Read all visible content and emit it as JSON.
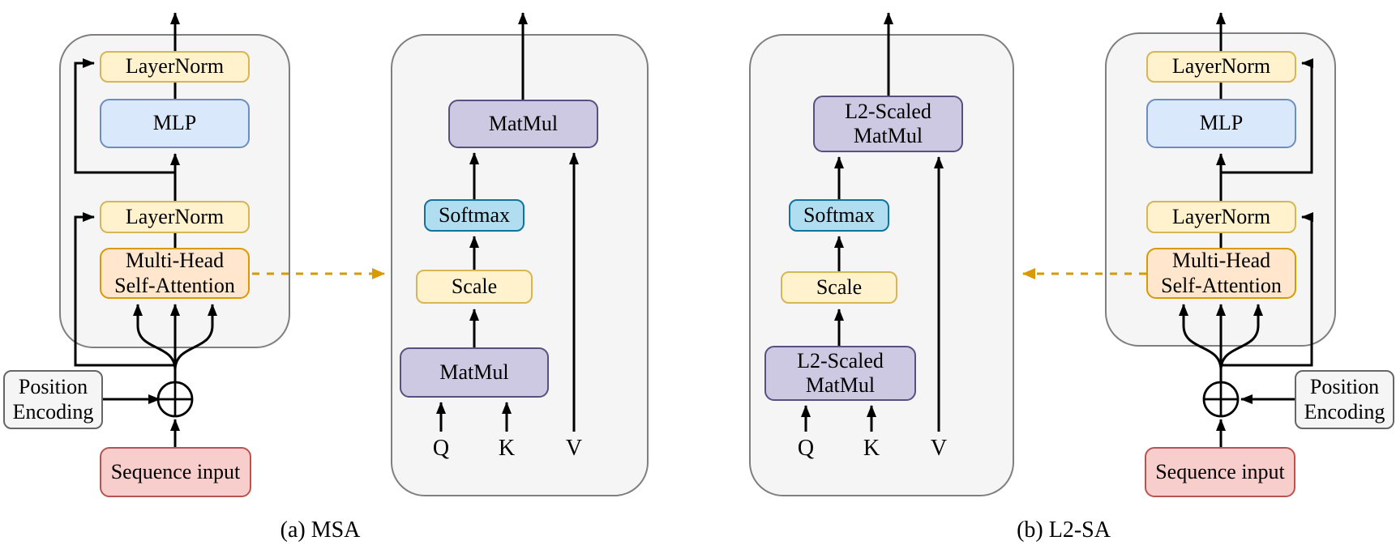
{
  "figure": {
    "captions": {
      "a": "(a) MSA",
      "b": "(b) L2-SA"
    },
    "panels": {
      "msa_block": {
        "layernorm_top": "LayerNorm",
        "mlp": "MLP",
        "layernorm_bottom": "LayerNorm",
        "mhsa_line1": "Multi-Head",
        "mhsa_line2": "Self-Attention",
        "position_encoding_line1": "Position",
        "position_encoding_line2": "Encoding",
        "sequence_input": "Sequence input"
      },
      "msa_attention": {
        "matmul_top": "MatMul",
        "softmax": "Softmax",
        "scale": "Scale",
        "matmul_bottom": "MatMul",
        "q": "Q",
        "k": "K",
        "v": "V"
      },
      "l2sa_attention": {
        "matmul_top_line1": "L2-Scaled",
        "matmul_top_line2": "MatMul",
        "softmax": "Softmax",
        "scale": "Scale",
        "matmul_bottom_line1": "L2-Scaled",
        "matmul_bottom_line2": "MatMul",
        "q": "Q",
        "k": "K",
        "v": "V"
      },
      "l2sa_block": {
        "layernorm_top": "LayerNorm",
        "mlp": "MLP",
        "layernorm_bottom": "LayerNorm",
        "mhsa_line1": "Multi-Head",
        "mhsa_line2": "Self-Attention",
        "position_encoding_line1": "Position",
        "position_encoding_line2": "Encoding",
        "sequence_input": "Sequence input"
      }
    }
  },
  "colors": {
    "panel-fill": "#f5f5f5",
    "panel-border": "#7f7f7f",
    "yellow-fill": "#fff2cc",
    "yellow-border": "#d6b656",
    "blue-fill": "#dae8fc",
    "blue-border": "#6c8ebf",
    "orange-fill": "#ffe6cc",
    "orange-border": "#d79b00",
    "red-fill": "#f8cecc",
    "red-border": "#b85450",
    "gray-fill": "#f5f5f5",
    "gray-border": "#666666",
    "purple-fill": "#cdc9e2",
    "purple-border": "#56517e",
    "cyan-fill": "#b1ddf0",
    "cyan-border": "#10739e",
    "dashed-arrow": "#d79b00",
    "line": "#000000"
  }
}
